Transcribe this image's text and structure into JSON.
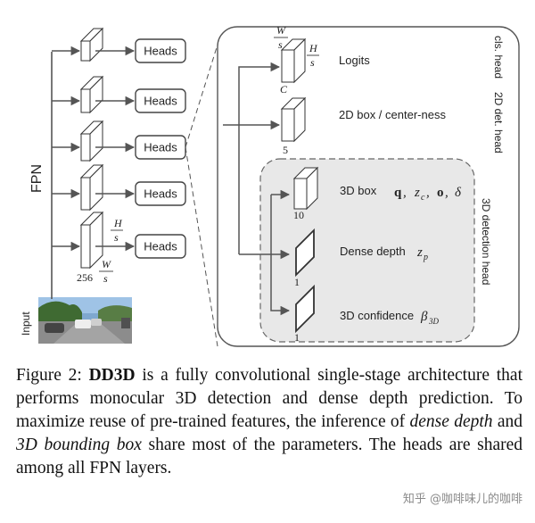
{
  "figure": {
    "fpn_label": "FPN",
    "input_label": "Input",
    "heads_label": "Heads",
    "fpn_W": "W",
    "fpn_H": "H",
    "fpn_s": "s",
    "fpn_channels": "256",
    "cls_head_label": "cls. head",
    "det2d_head_label": "2D det. head",
    "det3d_head_label": "3D detection head",
    "logits_label": "Logits",
    "logits_channels": "C",
    "box2d_label": "2D box / center-ness",
    "box2d_channels": "5",
    "box3d_label": "3D box",
    "box3d_channels": "10",
    "depth_label": "Dense depth",
    "depth_channels": "1",
    "conf_label": "3D confidence",
    "conf_channels": "1",
    "box3d_q": "q",
    "box3d_z": "z",
    "box3d_z_sub": "c",
    "box3d_o": "o",
    "box3d_delta": "δ",
    "depth_z": "z",
    "depth_z_sub": "p",
    "conf_beta": "β",
    "conf_beta_sub": "3D",
    "comma": ","
  },
  "caption": {
    "prefix": "Figure 2: ",
    "bold": "DD3D",
    "text1": " is a fully convolutional single-stage architecture that performs monocular 3D detection and dense depth prediction. To maximize reuse of pre-trained features, the inference of ",
    "italic1": "dense depth",
    "text2": " and ",
    "italic2": "3D bounding box",
    "text3": " share most of the parameters. The heads are shared among all FPN layers."
  },
  "watermark": "知乎 @咖啡味儿的咖啡"
}
